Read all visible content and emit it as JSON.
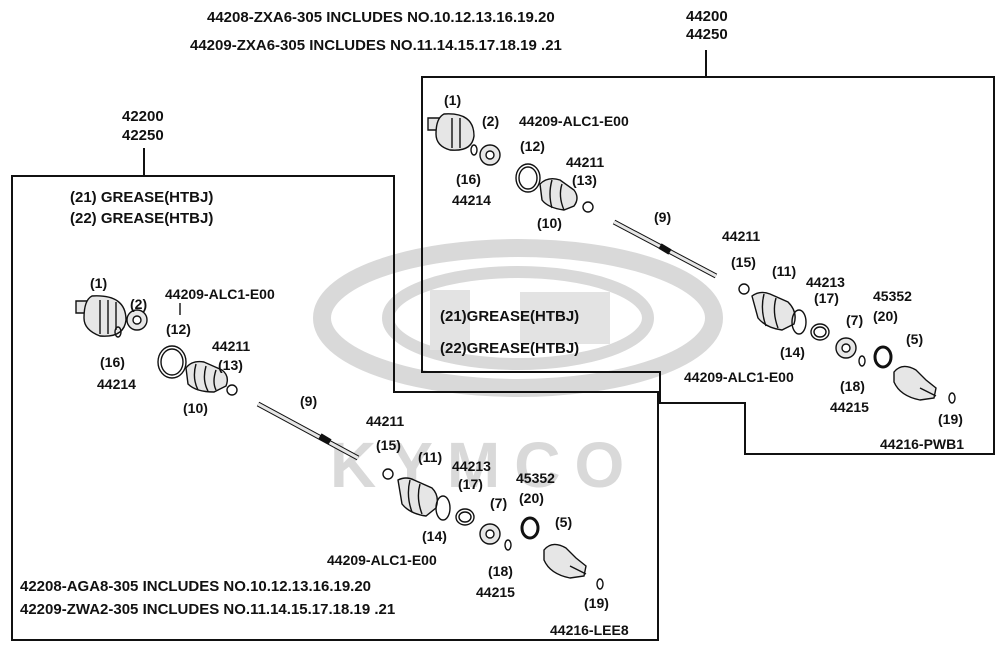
{
  "header": {
    "left_1": "44208-ZXA6-305  INCLUDES NO.10.12.13.16.19.20",
    "left_2": "44209-ZXA6-305  INCLUDES NO.11.14.15.17.18.19 .21",
    "right_ref_1": "44200",
    "right_ref_2": "44250"
  },
  "left_group": {
    "ref_1": "42200",
    "ref_2": "42250",
    "grease_21": "(21) GREASE(HTBJ)",
    "grease_22": "(22) GREASE(HTBJ)",
    "labels": {
      "p1": "(1)",
      "p2": "(2)",
      "p16": "(16)",
      "k44214": "44214",
      "alc1_top": "44209-ALC1-E00",
      "p12": "(12)",
      "k44211_a": "44211",
      "p13": "(13)",
      "p10": "(10)",
      "p9": "(9)",
      "k44211_b": "44211",
      "p15": "(15)",
      "p11": "(11)",
      "k44213": "44213",
      "p17": "(17)",
      "k45352": "45352",
      "p20": "(20)",
      "p7": "(7)",
      "p5": "(5)",
      "p14": "(14)",
      "alc1_bottom": "44209-ALC1-E00",
      "p18": "(18)",
      "k44215": "44215",
      "p19": "(19)",
      "k44216": "44216-LEE8"
    },
    "footer_1": "42208-AGA8-305   INCLUDES NO.10.12.13.16.19.20",
    "footer_2": "42209-ZWA2-305   INCLUDES NO.11.14.15.17.18.19 .21"
  },
  "right_group": {
    "grease_21": "(21)GREASE(HTBJ)",
    "grease_22": "(22)GREASE(HTBJ)",
    "labels": {
      "p1": "(1)",
      "p2": "(2)",
      "alc1_top": "44209-ALC1-E00",
      "p16": "(16)",
      "k44214": "44214",
      "p12": "(12)",
      "k44211_a": "44211",
      "p13": "(13)",
      "p10": "(10)",
      "p9": "(9)",
      "k44211_b": "44211",
      "p15": "(15)",
      "p11": "(11)",
      "k44213": "44213",
      "p17": "(17)",
      "k45352": "45352",
      "p20": "(20)",
      "p7": "(7)",
      "p5": "(5)",
      "p14": "(14)",
      "alc1_bottom": "44209-ALC1-E00",
      "p18": "(18)",
      "k44215": "44215",
      "p19": "(19)",
      "k44216": "44216-PWB1"
    }
  },
  "watermark": {
    "text": "KYMCO",
    "color": "#d9d9d9"
  },
  "colors": {
    "line": "#111111",
    "part_fill": "#e6e6e6"
  }
}
